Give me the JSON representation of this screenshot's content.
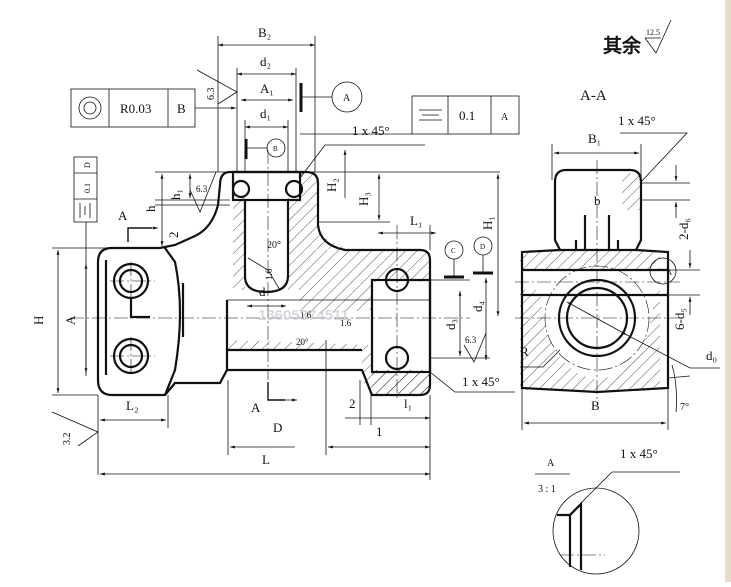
{
  "drawing": {
    "type": "mechanical part drawing",
    "note": {
      "text": "其余",
      "roughness": "12.5"
    },
    "section_title": "A-A",
    "detail": {
      "name": "A",
      "scale": "3 : 1",
      "chamfer": "1 x 45°"
    },
    "watermark": "13605374511",
    "tolerance_frames": [
      {
        "symbol": "concentricity",
        "value": "R0.03",
        "datum": "B"
      },
      {
        "symbol": "symmetry",
        "value": "0.1",
        "datum": "A"
      },
      {
        "symbol": "symmetry",
        "value": "0.1",
        "datum": "D"
      }
    ],
    "datums": [
      "A",
      "B",
      "C",
      "D",
      "A"
    ],
    "dimensions": {
      "B2": "B₂",
      "d2": "d₂",
      "A1": "A₁",
      "d1": "d₁",
      "H2": "H₂",
      "H3": "H₃",
      "H1": "H₁",
      "h1": "h₁",
      "h": "h",
      "two": "2",
      "H": "H",
      "A": "A",
      "L1": "L₁",
      "d3": "d₃",
      "d4": "d₄",
      "d": "d",
      "L2": "L₂",
      "D": "D",
      "L": "L",
      "l1": "l₁",
      "one": "1",
      "B1": "B₁",
      "b": "b",
      "two_d6": "2-d₆",
      "six_d5": "6-d₅",
      "R": "R",
      "d0": "d₀",
      "B": "B",
      "angle7": "7°",
      "angle20": "20°"
    },
    "chamfers": [
      "1 x 45°",
      "1 x 45°",
      "1 x 45°"
    ],
    "roughness": [
      "6.3",
      "6.3",
      "6.3",
      "1.6",
      "1.6",
      "1.6",
      "3.2"
    ],
    "section_markers": [
      "A",
      "A"
    ]
  }
}
